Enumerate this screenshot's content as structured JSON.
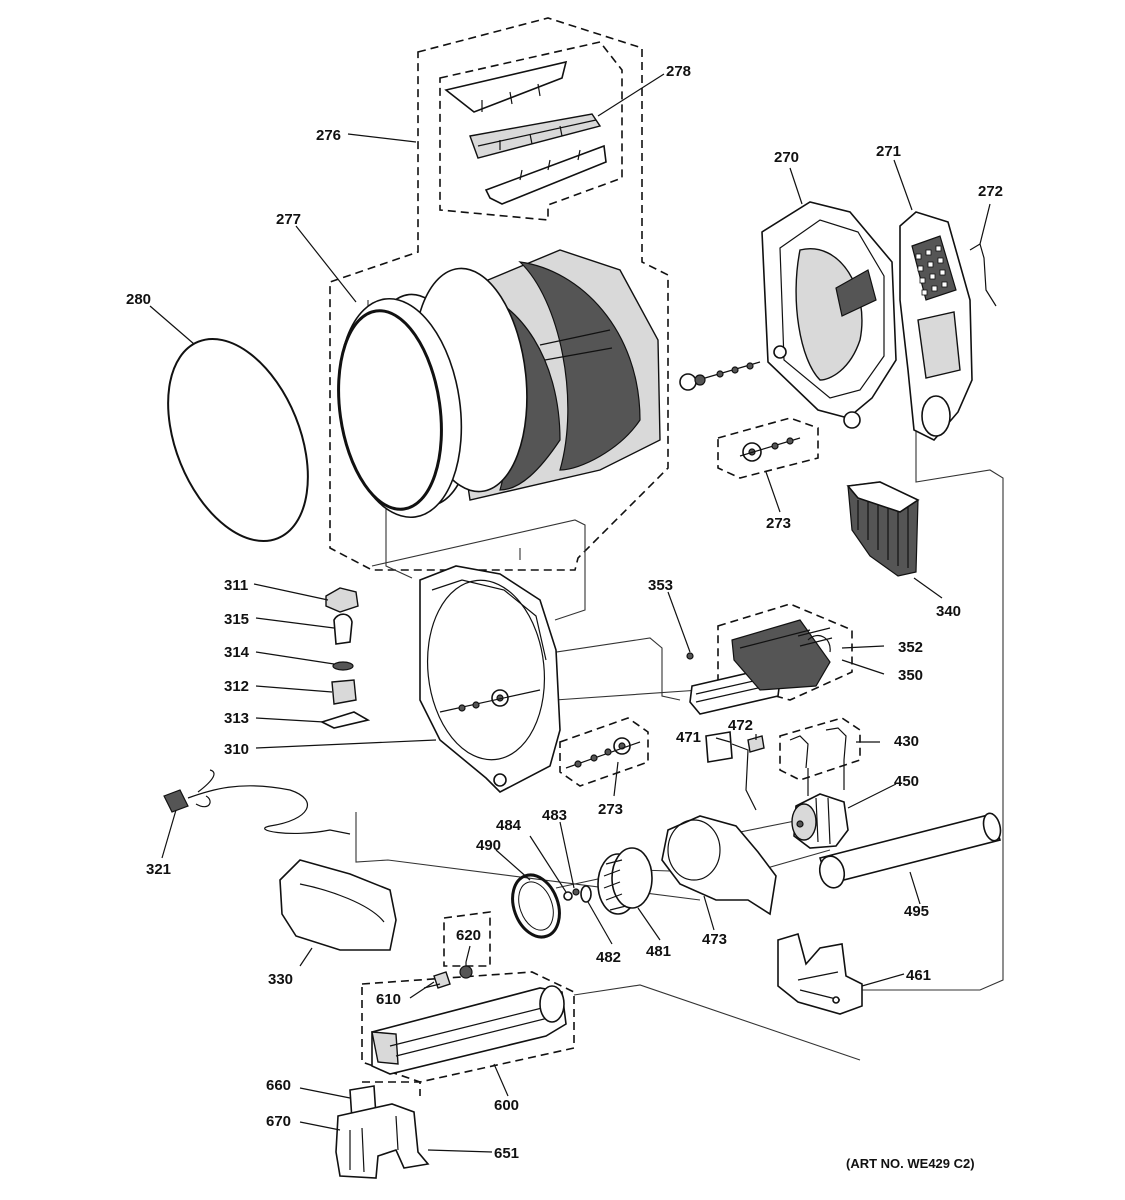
{
  "callouts": [
    {
      "id": "c276",
      "text": "276"
    },
    {
      "id": "c278",
      "text": "278"
    },
    {
      "id": "c277",
      "text": "277"
    },
    {
      "id": "c280",
      "text": "280"
    },
    {
      "id": "c270",
      "text": "270"
    },
    {
      "id": "c271",
      "text": "271"
    },
    {
      "id": "c272",
      "text": "272"
    },
    {
      "id": "c273a",
      "text": "273"
    },
    {
      "id": "c340",
      "text": "340"
    },
    {
      "id": "c311",
      "text": "311"
    },
    {
      "id": "c315",
      "text": "315"
    },
    {
      "id": "c314",
      "text": "314"
    },
    {
      "id": "c312",
      "text": "312"
    },
    {
      "id": "c313",
      "text": "313"
    },
    {
      "id": "c310",
      "text": "310"
    },
    {
      "id": "c353",
      "text": "353"
    },
    {
      "id": "c352",
      "text": "352"
    },
    {
      "id": "c350",
      "text": "350"
    },
    {
      "id": "c471",
      "text": "471"
    },
    {
      "id": "c472",
      "text": "472"
    },
    {
      "id": "c430",
      "text": "430"
    },
    {
      "id": "c450",
      "text": "450"
    },
    {
      "id": "c273b",
      "text": "273"
    },
    {
      "id": "c321",
      "text": "321"
    },
    {
      "id": "c490",
      "text": "490"
    },
    {
      "id": "c484",
      "text": "484"
    },
    {
      "id": "c483",
      "text": "483"
    },
    {
      "id": "c482",
      "text": "482"
    },
    {
      "id": "c481",
      "text": "481"
    },
    {
      "id": "c473",
      "text": "473"
    },
    {
      "id": "c495",
      "text": "495"
    },
    {
      "id": "c330",
      "text": "330"
    },
    {
      "id": "c620",
      "text": "620"
    },
    {
      "id": "c610",
      "text": "610"
    },
    {
      "id": "c461",
      "text": "461"
    },
    {
      "id": "c600",
      "text": "600"
    },
    {
      "id": "c660",
      "text": "660"
    },
    {
      "id": "c670",
      "text": "670"
    },
    {
      "id": "c651",
      "text": "651"
    }
  ],
  "art_number": "(ART NO. WE429 C2)"
}
